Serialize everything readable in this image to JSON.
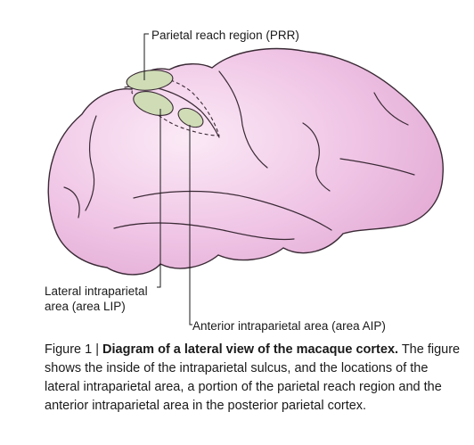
{
  "labels": {
    "prr": "Parietal reach region (PRR)",
    "lip_line1": "Lateral intraparietal",
    "lip_line2": "area (area LIP)",
    "aip": "Anterior intraparietal area (area AIP)"
  },
  "caption": {
    "figure_number": "Figure 1 | ",
    "title": "Diagram of a lateral view of the macaque cortex.",
    "body": " The figure shows the inside of the intraparietal sulcus, and the locations of the lateral intraparietal area, a portion of the parietal reach region and the anterior intraparietal area in the posterior parietal cortex."
  },
  "colors": {
    "brain_fill": "#f0c6e6",
    "brain_highlight": "#fbeaf6",
    "brain_outline": "#3a2a35",
    "region_fill": "#cfdcb6",
    "region_outline": "#3a2a35",
    "leader_line": "#1a1a1a"
  }
}
